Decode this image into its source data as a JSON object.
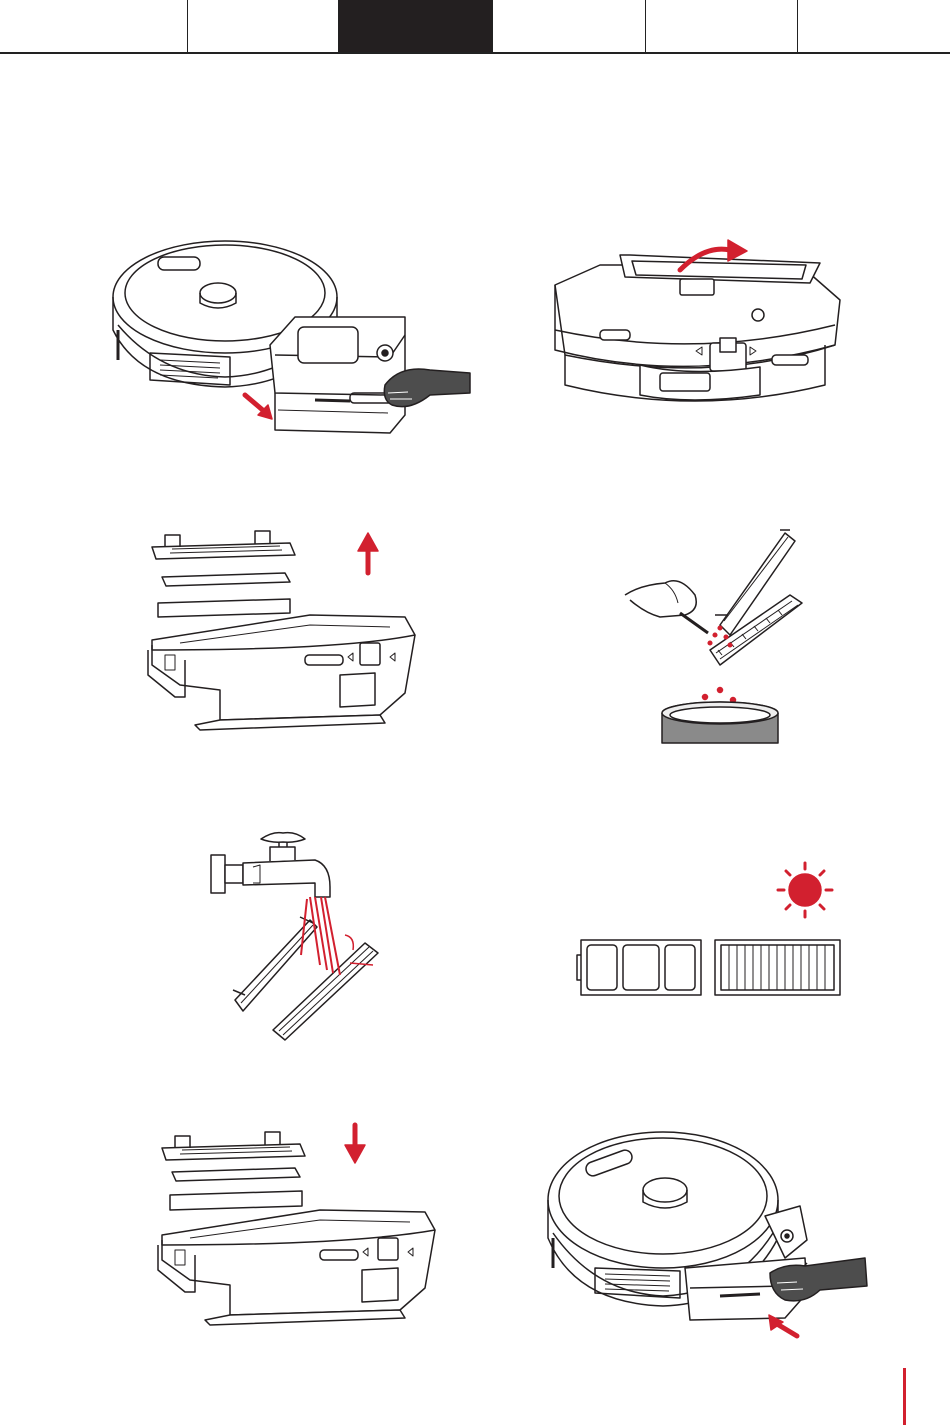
{
  "header": {
    "tabs": [
      {
        "label": "",
        "active": false
      },
      {
        "label": "",
        "active": false
      },
      {
        "label": "",
        "active": true
      },
      {
        "label": "",
        "active": false
      },
      {
        "label": "",
        "active": false
      },
      {
        "label": "",
        "active": false
      }
    ]
  },
  "steps": [
    {
      "illustration": "robot-remove-dustbin"
    },
    {
      "illustration": "dustbin-open-lid"
    },
    {
      "illustration": "dustbin-remove-filter"
    },
    {
      "illustration": "filter-tap-clean"
    },
    {
      "illustration": "filter-rinse-water"
    },
    {
      "illustration": "filter-sun-dry"
    },
    {
      "illustration": "dustbin-insert-filter"
    },
    {
      "illustration": "robot-insert-dustbin"
    }
  ],
  "colors": {
    "accent": "#d2202f",
    "line": "#231f20",
    "hand": "#4d4d4d",
    "tab_active": "#231f20"
  }
}
